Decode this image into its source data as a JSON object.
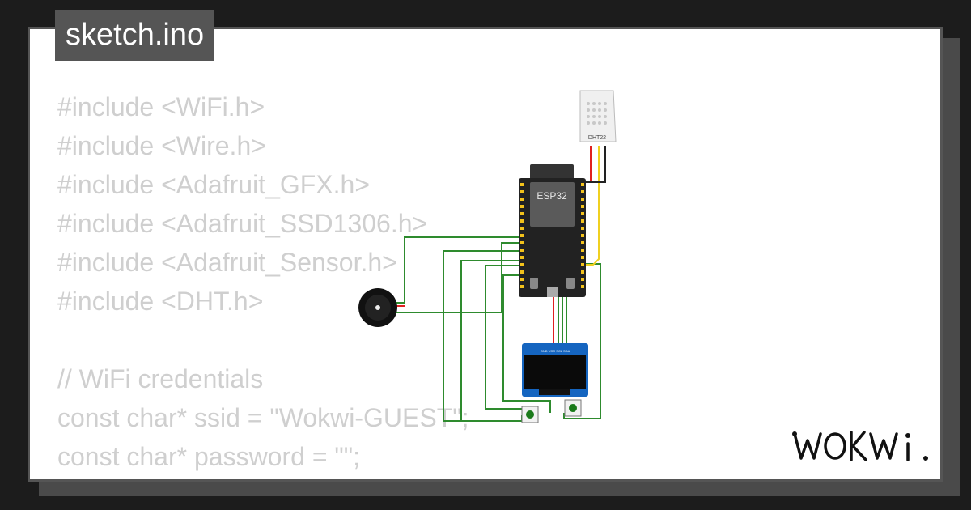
{
  "tab": {
    "title": "sketch.ino"
  },
  "code_lines": [
    "#include <WiFi.h>",
    "#include <Wire.h>",
    "#include <Adafruit_GFX.h>",
    "#include <Adafruit_SSD1306.h>",
    "#include <Adafruit_Sensor.h>",
    "#include <DHT.h>",
    "",
    "// WiFi credentials",
    "const char* ssid = \"Wokwi-GUEST\";",
    "const char* password = \"\";"
  ],
  "circuit": {
    "board_label": "ESP32",
    "sensor_label": "DHT22",
    "oled_pins": "GND VCC SCL SDA",
    "components": [
      "esp32-board",
      "dht22-sensor",
      "buzzer",
      "oled-display",
      "push-button",
      "push-button"
    ]
  },
  "colors": {
    "background": "#1c1c1c",
    "card": "#ffffff",
    "tab": "#555555",
    "code_text": "#cfcfcf",
    "wire_green": "#2e8b2e",
    "wire_red": "#e02020",
    "wire_yellow": "#f0d020",
    "oled_blue": "#1565c0"
  },
  "brand": {
    "logo_text": "WOKWi"
  }
}
